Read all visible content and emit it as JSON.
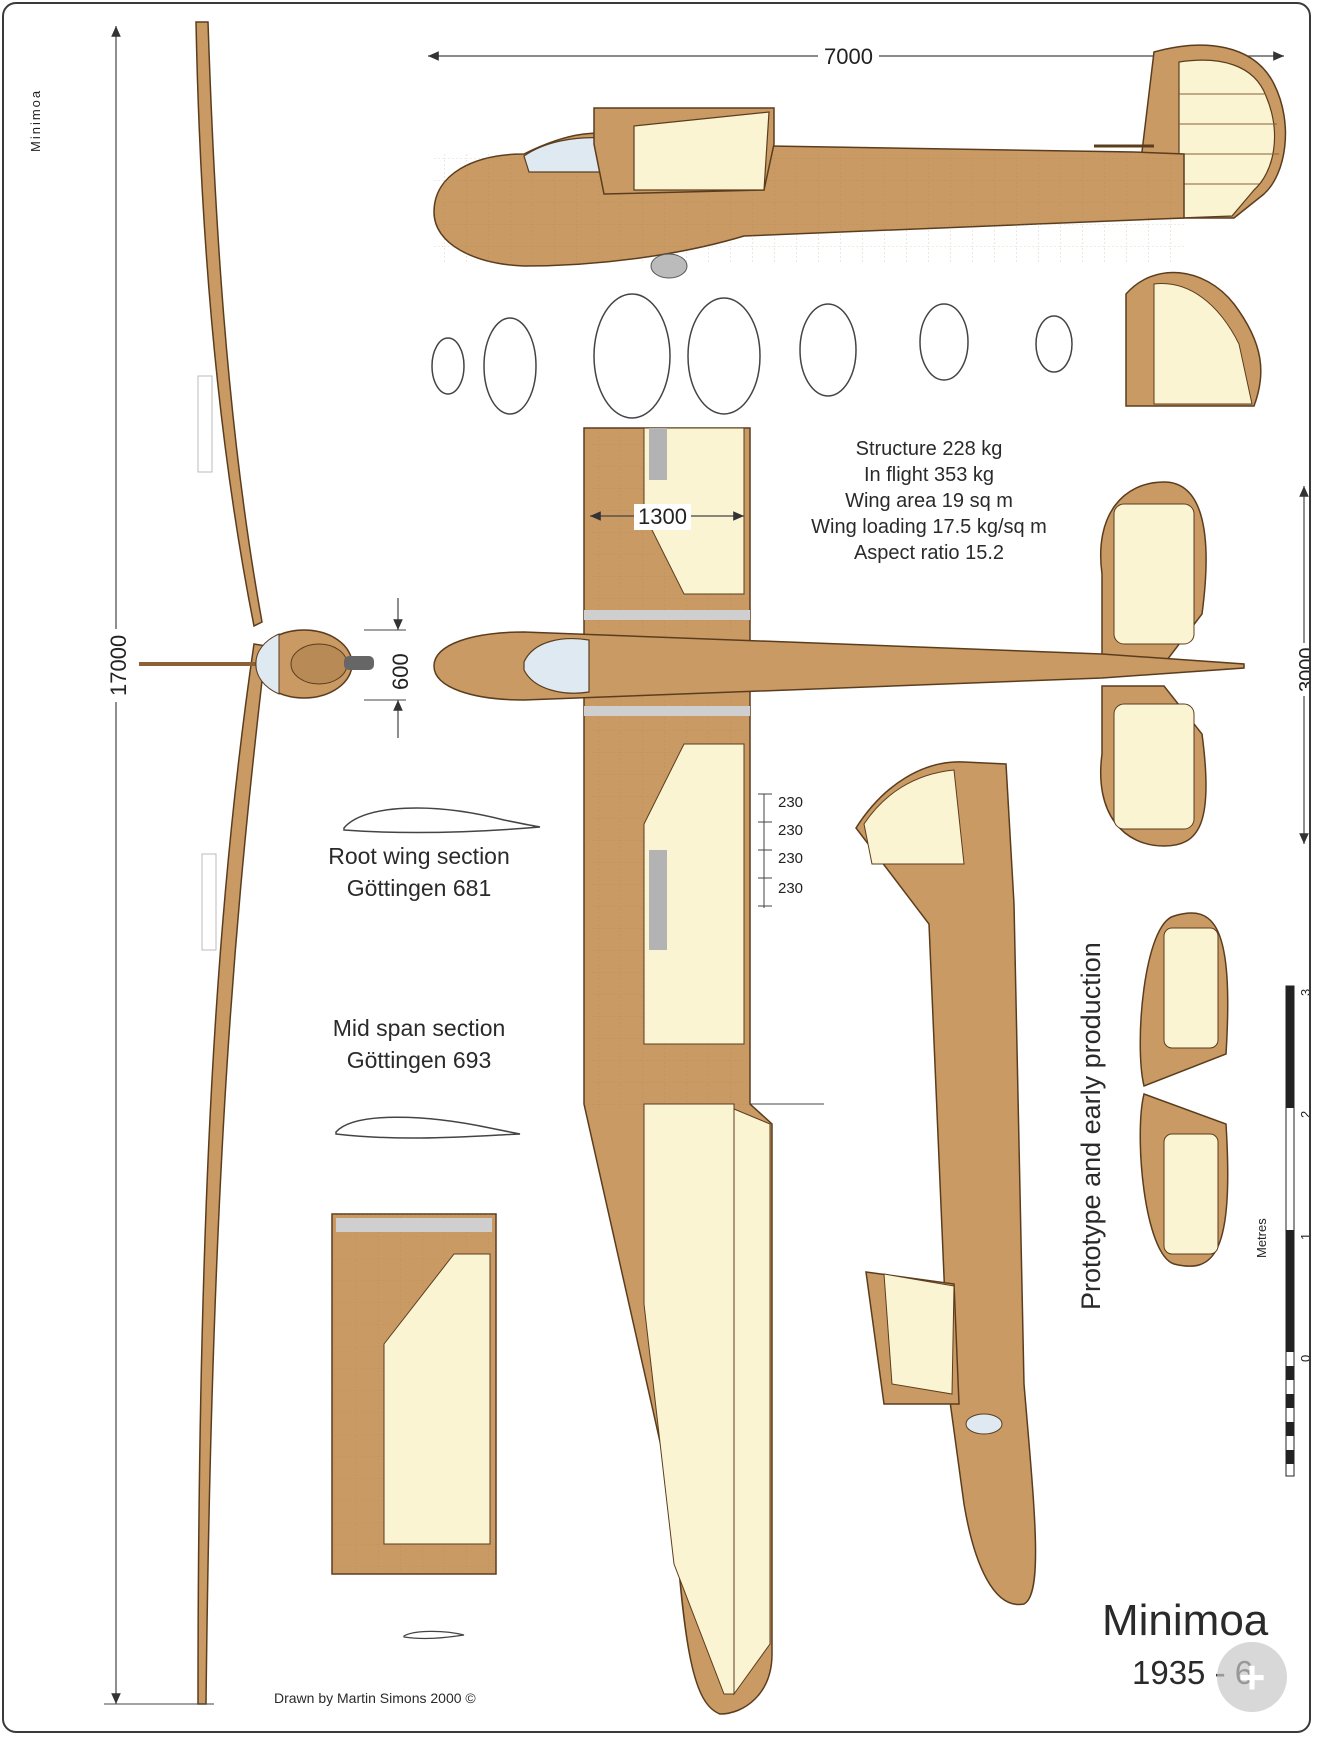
{
  "sidebar_title": "Minimoa",
  "dimensions": {
    "length": "7000",
    "span": "17000",
    "root_chord": "1300",
    "fuselage_width": "600",
    "tailplane_span": "3000",
    "rib_spacing": [
      "230",
      "230",
      "230",
      "230"
    ]
  },
  "specs": [
    "Structure 228 kg",
    "In flight 353 kg",
    "Wing area 19 sq m",
    "Wing loading 17.5 kg/sq m",
    "Aspect ratio 15.2"
  ],
  "sections": {
    "root_line1": "Root wing section",
    "root_line2": "Göttingen 681",
    "mid_line1": "Mid span section",
    "mid_line2": "Göttingen 693"
  },
  "variant_label": "Prototype and early production",
  "scale": {
    "unit": "Metres",
    "ticks": [
      "3",
      "2",
      "1",
      "0"
    ]
  },
  "title": {
    "name": "Minimoa",
    "years": "1935 - 6"
  },
  "credit": "Drawn by Martin Simons 2000 ©",
  "colors": {
    "skin": "#c99a63",
    "skin_dark": "#8a6236",
    "fabric": "#fbf4d2",
    "canopy": "#dfe9f2",
    "line": "#3a3a3a"
  },
  "icons": {
    "zoom": "plus-circle-icon"
  }
}
